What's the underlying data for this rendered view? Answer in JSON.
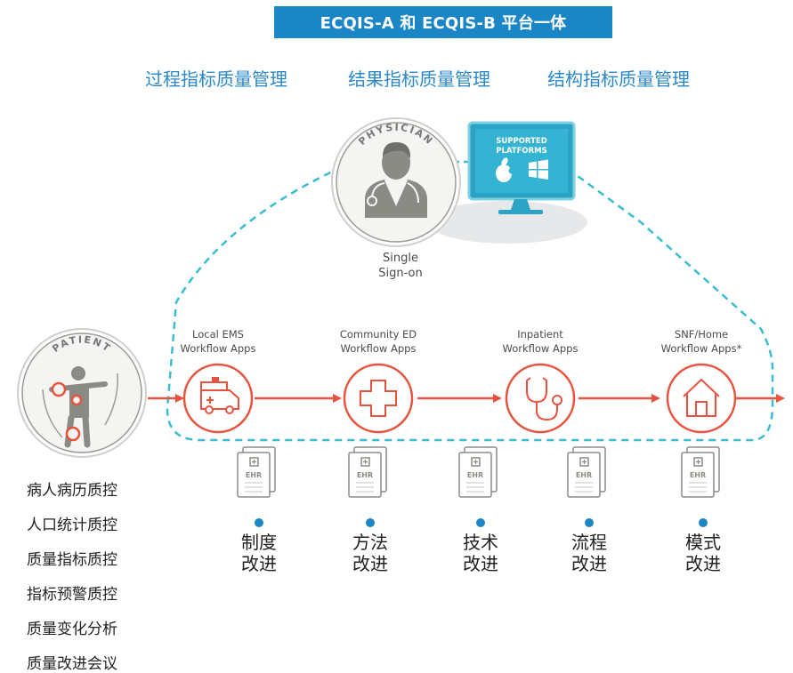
{
  "banner": {
    "title": "ECQIS-A 和 ECQIS-B 平台一体"
  },
  "categories": [
    "过程指标质量管理",
    "结果指标质量管理",
    "结构指标质量管理"
  ],
  "physician": {
    "label": "PHYSICIAN",
    "sso": [
      "Single",
      "Sign-on"
    ]
  },
  "monitor": {
    "title": "SUPPORTED PLATFORMS",
    "icons": [
      "apple-icon",
      "windows-icon"
    ]
  },
  "patient": {
    "label": "PATIENT"
  },
  "workflow": [
    {
      "lines": [
        "Local EMS",
        "Workflow Apps"
      ],
      "icon": "ambulance-icon",
      "ehr": "EHR",
      "improvement": "制度改进"
    },
    {
      "lines": [
        "Community ED",
        "Workflow Apps"
      ],
      "icon": "cross-icon",
      "ehr": "EHR",
      "improvement": "方法改进"
    },
    {
      "lines": [
        "Inpatient",
        "Workflow Apps"
      ],
      "icon": "stethoscope-icon",
      "ehr": "EHR",
      "improvement": "技术改进"
    },
    {
      "lines": [
        "SNF/Home",
        "Workflow Apps*"
      ],
      "icon": "house-icon",
      "ehr": "EHR",
      "improvement": "流程改进"
    },
    {
      "lines": [],
      "icon": "",
      "ehr": "EHR",
      "improvement": "模式改进"
    }
  ],
  "left_list": [
    "病人病历质控",
    "人口统计质控",
    "质量指标质控",
    "指标预警质控",
    "质量变化分析",
    "质量改进会议"
  ],
  "colors": {
    "accent": "#1b86c5",
    "red": "#e8533f",
    "teal": "#3bbcd0",
    "gray": "#8b8b86"
  }
}
